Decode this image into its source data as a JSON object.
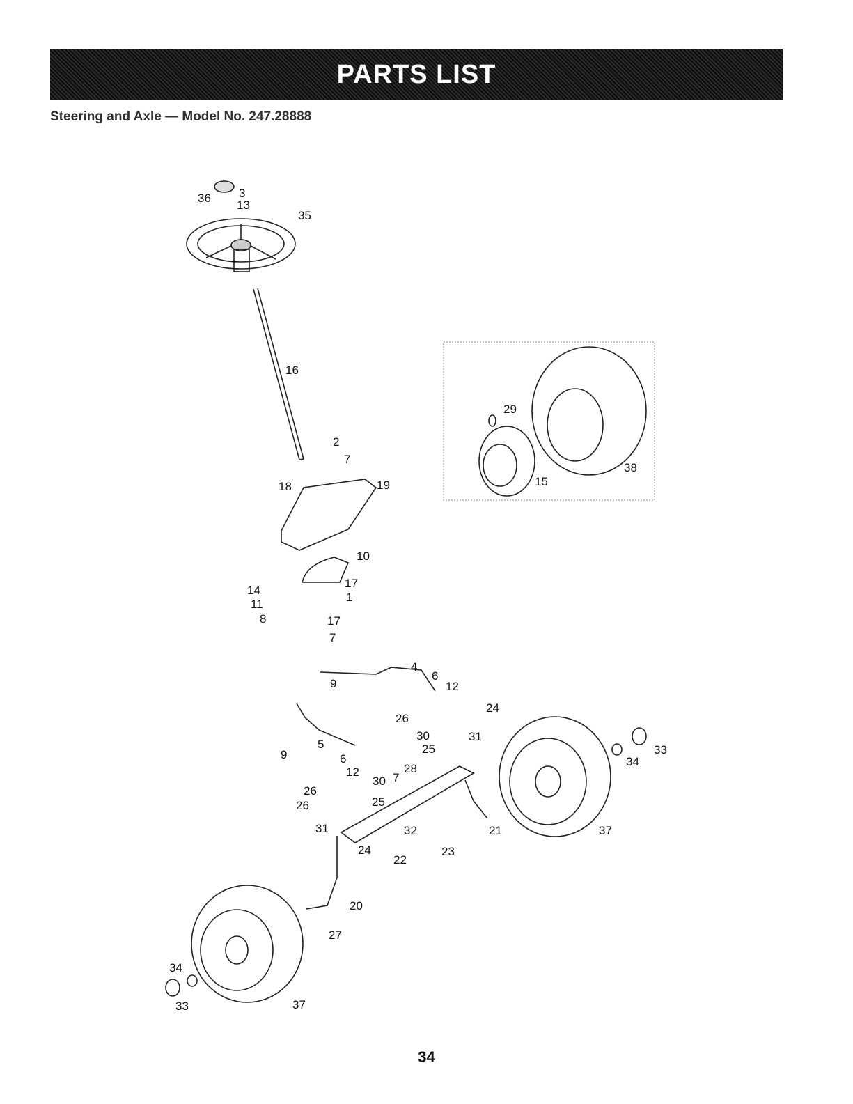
{
  "header": {
    "banner_title": "PARTS LIST",
    "subtitle": "Steering and Axle — Model No. 247.28888"
  },
  "diagram": {
    "callouts": [
      "36",
      "3",
      "13",
      "35",
      "16",
      "2",
      "7",
      "18",
      "19",
      "10",
      "14",
      "11",
      "8",
      "17",
      "1",
      "17",
      "7",
      "4",
      "6",
      "12",
      "9",
      "24",
      "26",
      "30",
      "31",
      "25",
      "9",
      "5",
      "6",
      "12",
      "28",
      "30",
      "7",
      "25",
      "26",
      "26",
      "31",
      "32",
      "21",
      "37",
      "24",
      "22",
      "23",
      "20",
      "27",
      "34",
      "33",
      "37",
      "34",
      "33",
      "29",
      "15",
      "38"
    ]
  },
  "footer": {
    "page_number": "34"
  }
}
